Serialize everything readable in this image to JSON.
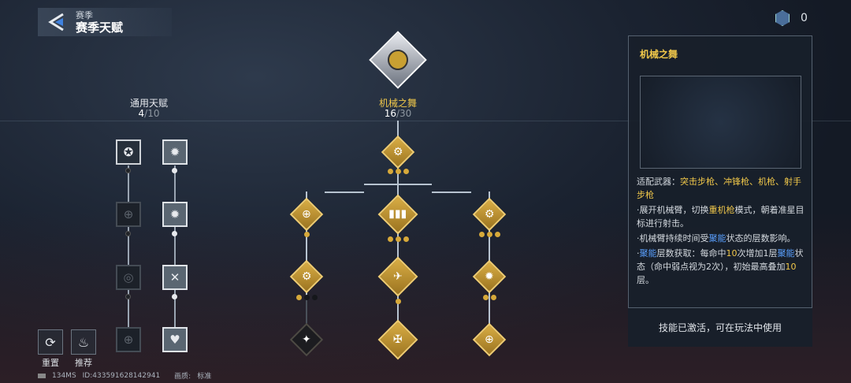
{
  "header": {
    "subtitle": "赛季",
    "title": "赛季天赋",
    "back_icon": "back-arrow-icon"
  },
  "currency": {
    "icon": "hex-currency-icon",
    "value": "0"
  },
  "general_tree": {
    "label": "通用天赋",
    "current": "4",
    "max": "/10"
  },
  "main_tree": {
    "label": "机械之舞",
    "current": "16",
    "max": "/30"
  },
  "panel": {
    "title": "机械之舞",
    "weapons_label": "适配武器：",
    "weapons": "突击步枪、冲锋枪、机枪、射手步枪",
    "line2_a": "·展开机械臂，切换",
    "line2_b": "重机枪",
    "line2_c": "模式，朝着准星目标进行射击。",
    "line3_a": "·机械臂持续时间受",
    "line3_b": "聚能",
    "line3_c": "状态的层数影响。",
    "line4_a": "·",
    "line4_b": "聚能",
    "line4_c": "层数获取：每命中",
    "line4_d": "10",
    "line4_e": "次增加1层",
    "line4_f": "聚能",
    "line4_g": "状态（命中弱点视为2次），初始最高叠加",
    "line4_h": "10",
    "line4_i": "层。",
    "footer": "技能已激活，可在玩法中使用"
  },
  "buttons": {
    "reset": "重置",
    "recommend": "推荐"
  },
  "status": {
    "ping": "134MS",
    "id": "ID:433591628142941",
    "quality_label": "画质:",
    "quality": "标准"
  }
}
